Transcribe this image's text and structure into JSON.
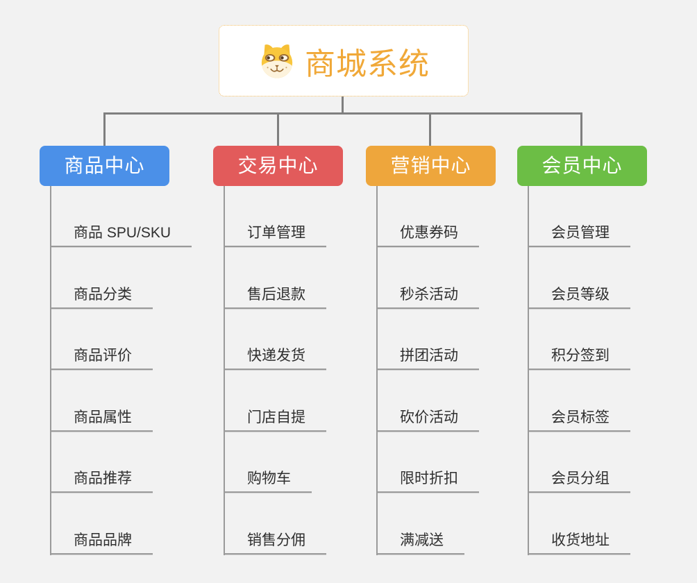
{
  "page": {
    "background_color": "#f2f2f2",
    "connector_color": "#7f7f7f",
    "underline_color": "#9a9a9a"
  },
  "root": {
    "title": "商城系统",
    "title_color": "#f0a838",
    "border_color": "#f2bc62",
    "icon": "doge-icon"
  },
  "branches": [
    {
      "label": "商品中心",
      "color": "#4b90e8",
      "children": [
        "商品 SPU/SKU",
        "商品分类",
        "商品评价",
        "商品属性",
        "商品推荐",
        "商品品牌"
      ]
    },
    {
      "label": "交易中心",
      "color": "#e25b5b",
      "children": [
        "订单管理",
        "售后退款",
        "快递发货",
        "门店自提",
        "购物车",
        "销售分佣"
      ]
    },
    {
      "label": "营销中心",
      "color": "#eea63c",
      "children": [
        "优惠券码",
        "秒杀活动",
        "拼团活动",
        "砍价活动",
        "限时折扣",
        "满减送"
      ]
    },
    {
      "label": "会员中心",
      "color": "#6cbe45",
      "children": [
        "会员管理",
        "会员等级",
        "积分签到",
        "会员标签",
        "会员分组",
        "收货地址"
      ]
    }
  ]
}
